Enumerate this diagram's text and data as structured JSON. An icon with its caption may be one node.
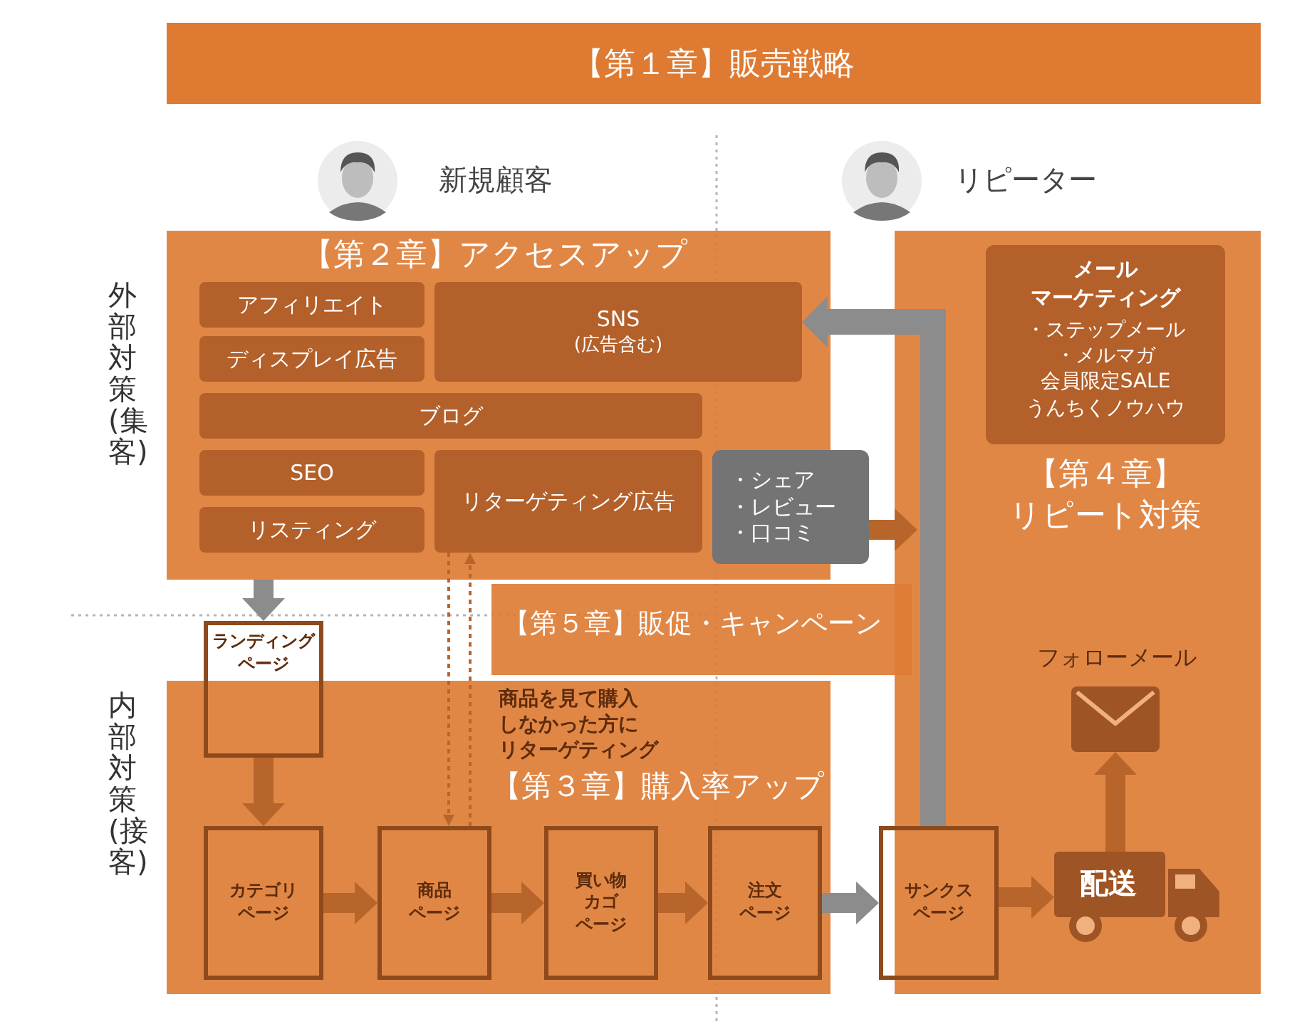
{
  "diagram": {
    "nodes": [
      {
        "text": [
          "【第１章】販売戦略"
        ]
      },
      {
        "text": [
          "【第２章】アクセスアップ"
        ]
      },
      {
        "text": [
          "アフィリエイト"
        ],
        "in": 1
      },
      {
        "text": [
          "ディスプレイ広告"
        ],
        "in": 1
      },
      {
        "text": [
          "SNS",
          "(広告含む)"
        ],
        "in": 1
      },
      {
        "text": [
          "ブログ"
        ],
        "in": 1
      },
      {
        "text": [
          "SEO"
        ],
        "in": 1
      },
      {
        "text": [
          "リスティング"
        ],
        "in": 1
      },
      {
        "text": [
          "リターゲティング広告"
        ],
        "in": 1
      },
      {
        "text": [
          "・シェア",
          "・レビュー",
          "・口コミ"
        ]
      },
      {
        "text": [
          "【第５章】販促・キャンペーン"
        ]
      },
      {
        "text": [
          "【第３章】購入率アップ"
        ]
      },
      {
        "text": [
          "ランディング",
          "ページ"
        ]
      },
      {
        "text": [
          "カテゴリ",
          "ページ"
        ],
        "in": 11
      },
      {
        "text": [
          "商品",
          "ページ"
        ],
        "in": 11
      },
      {
        "text": [
          "買い物",
          "カゴ",
          "ページ"
        ],
        "in": 11
      },
      {
        "text": [
          "注文",
          "ページ"
        ],
        "in": 11
      },
      {
        "text": [
          "【第４章】",
          "リピート対策"
        ]
      },
      {
        "text": [
          "メール",
          "マーケティング",
          "・ステップメール",
          "・メルマガ",
          "会員限定SALE",
          "うんちくノウハウ"
        ],
        "in": 17
      },
      {
        "text": [
          "サンクス",
          "ページ"
        ]
      },
      {
        "text": [],
        "shape": "picture",
        "beside": [
          "フォローメール"
        ],
        "in": 17
      },
      {
        "text": [
          "配送"
        ],
        "in": 17
      }
    ],
    "edges": [
      {
        "from": 1,
        "to": 12,
        "arrow": "to",
        "color": "#8c8c8c"
      },
      {
        "from": 12,
        "to": 13,
        "arrow": "to"
      },
      {
        "from": 13,
        "to": 14,
        "arrow": "to"
      },
      {
        "from": 14,
        "to": 15,
        "arrow": "to"
      },
      {
        "from": 15,
        "to": 16,
        "arrow": "to"
      },
      {
        "from": 16,
        "to": 19,
        "arrow": "to",
        "color": "#8c8c8c"
      },
      {
        "from": 19,
        "to": 21,
        "arrow": "to"
      },
      {
        "from": 21,
        "to": 20,
        "arrow": "to"
      },
      {
        "from": 19,
        "to": 4,
        "arrow": "to",
        "style": "thick",
        "color": "#8c8c8c"
      },
      {
        "from": 8,
        "to": 14,
        "arrow": "to",
        "style": "dashed"
      },
      {
        "from": 14,
        "to": 8,
        "arrow": "to",
        "style": "dashed"
      },
      {
        "from": 9,
        "to": null,
        "arrow": "to"
      }
    ],
    "labels": [
      "新規顧客",
      "リピーター",
      "外部対策(集客)",
      "内部対策(接客)",
      "商品を見て購入",
      "しなかった方に",
      "リターゲティング"
    ]
  }
}
